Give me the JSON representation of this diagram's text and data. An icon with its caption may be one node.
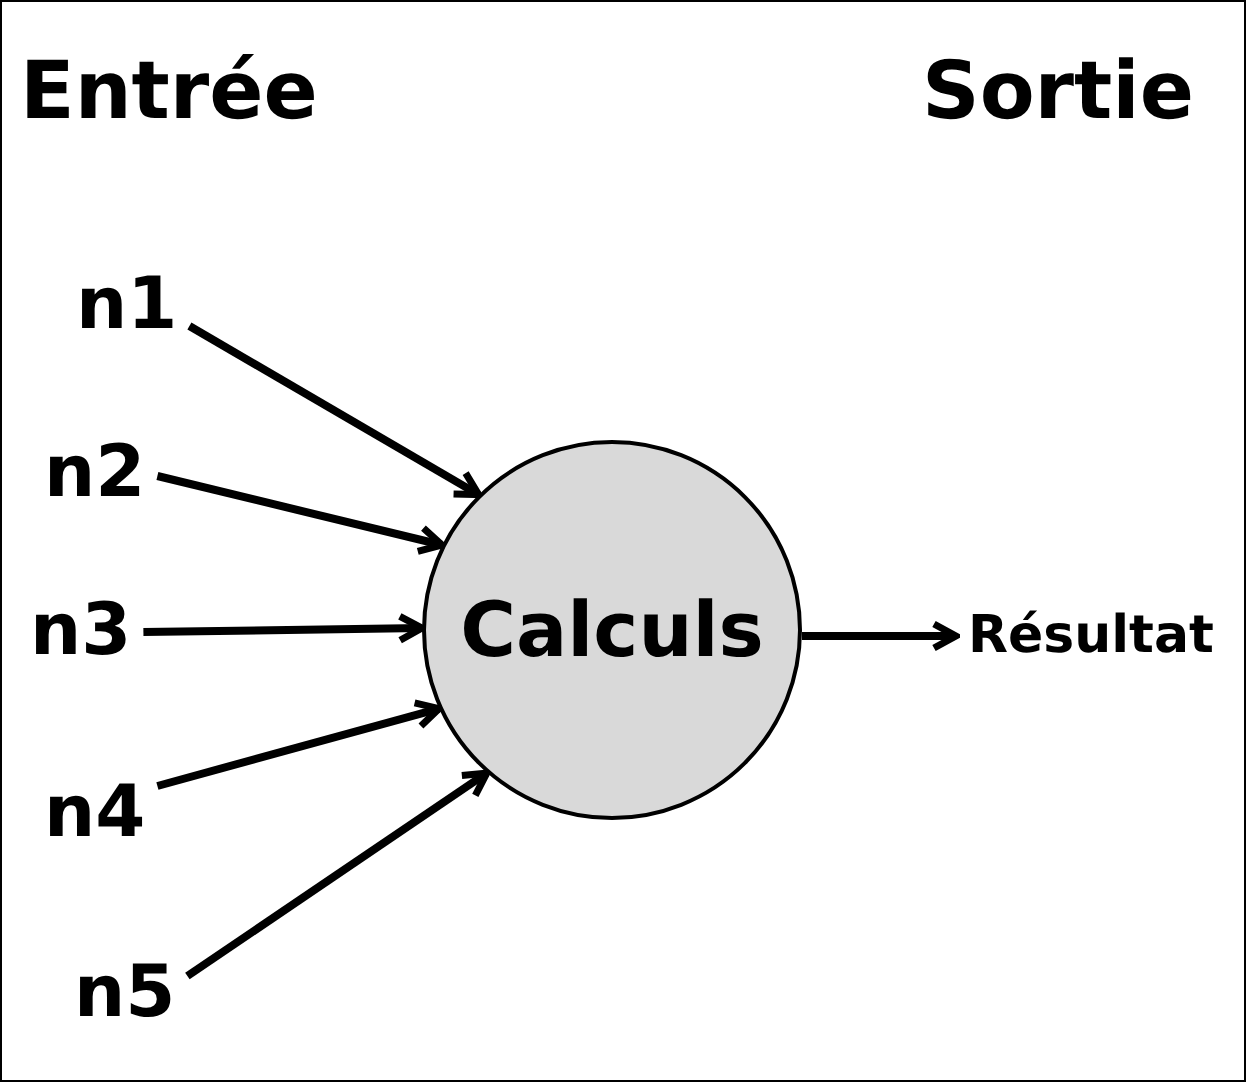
{
  "diagram": {
    "nodes": [
      {
        "text": [
          "n1"
        ]
      },
      {
        "text": [
          "n2"
        ]
      },
      {
        "text": [
          "n3"
        ]
      },
      {
        "text": [
          "n4"
        ]
      },
      {
        "text": [
          "n5"
        ]
      },
      {
        "text": [
          "Calculs"
        ]
      },
      {
        "text": [
          "Résultat"
        ]
      }
    ],
    "edges": [
      {
        "from": 0,
        "to": 5,
        "arrow": "to"
      },
      {
        "from": 1,
        "to": 5,
        "arrow": "to"
      },
      {
        "from": 2,
        "to": 5,
        "arrow": "to"
      },
      {
        "from": 3,
        "to": 5,
        "arrow": "to"
      },
      {
        "from": 4,
        "to": 5,
        "arrow": "to"
      },
      {
        "from": 5,
        "to": 6,
        "arrow": "to"
      }
    ],
    "labels": [
      "Entrée",
      "Sortie"
    ]
  }
}
